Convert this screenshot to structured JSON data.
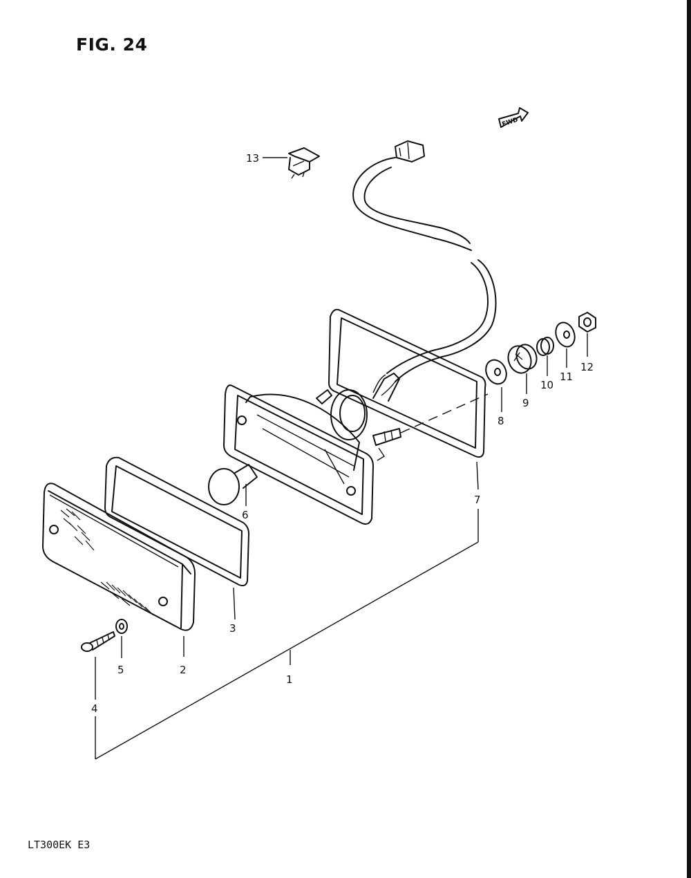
{
  "figure": {
    "title": "FIG. 24",
    "fwd_label": "FWD"
  },
  "model_code": "LT300EK  E3",
  "callouts": [
    "1",
    "2",
    "3",
    "4",
    "5",
    "6",
    "7",
    "8",
    "9",
    "10",
    "11",
    "12",
    "13"
  ]
}
